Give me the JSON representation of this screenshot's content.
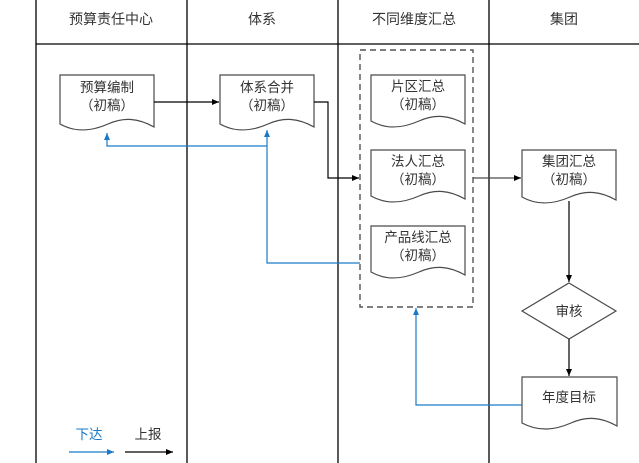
{
  "colors": {
    "down": "#1a7ac7",
    "up": "#000000",
    "border": "#000000",
    "shape_stroke": "#4a4a4a",
    "dashed_group": "#555555",
    "text": "#333333"
  },
  "lanes": [
    {
      "id": "budget-center",
      "title": "预算责任中心"
    },
    {
      "id": "system",
      "title": "体系"
    },
    {
      "id": "dimension-summary",
      "title": "不同维度汇总"
    },
    {
      "id": "group",
      "title": "集团"
    }
  ],
  "nodes": {
    "budget_draft": {
      "line1": "预算编制",
      "line2": "（初稿）"
    },
    "system_merge": {
      "line1": "体系合并",
      "line2": "（初稿）"
    },
    "region_summary": {
      "line1": "片区汇总",
      "line2": "（初稿）"
    },
    "legal_summary": {
      "line1": "法人汇总",
      "line2": "（初稿）"
    },
    "product_summary": {
      "line1": "产品线汇总",
      "line2": "（初稿）"
    },
    "group_summary": {
      "line1": "集团汇总",
      "line2": "（初稿）"
    },
    "review": {
      "label": "审核"
    },
    "annual_target": {
      "label": "年度目标"
    }
  },
  "legend": {
    "down_label": "下达",
    "up_label": "上报"
  }
}
